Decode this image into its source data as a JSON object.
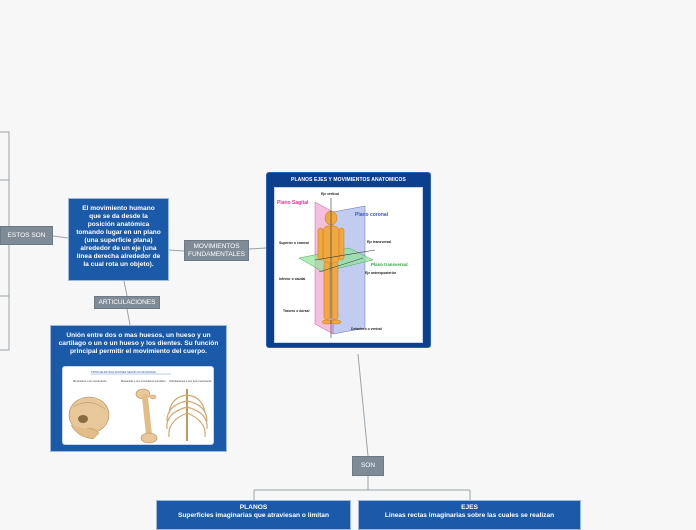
{
  "nodes": {
    "estos_son": "ESTOS SON",
    "definition": "El movimiento humano que se da desde la posición anatómica tomando lugar en un plano (una superficie plana) alrededor de un eje (una línea derecha alrededor de la cual rota un objeto).",
    "movimientos": "MOVIMIENTOS FUNDAMENTALES",
    "articulaciones": "ARTICULACIONES",
    "articulaciones_desc": "Unión entre dos o mas huesos, un hueso y un cartilago o un o un hueso y los dientes. Su función principal permitir el movimiento del cuerpo.",
    "planos_title": "PLANOS EJES Y MOVIMIENTOS ANATOMICOS",
    "son": "SON",
    "planos": "PLANOS",
    "planos_desc": "Superficies imaginarias que atraviesan o limitan",
    "ejes": "EJES",
    "ejes_desc": "Lineas rectas imaginarias sobre las cuales se realizan"
  },
  "anatomy_labels": {
    "sagital": "Plano Sagital",
    "coronal": "Plano coronal",
    "transversal": "Plano transversal",
    "eje_vertical": "Eje vertical",
    "eje_transversal": "Eje transversal",
    "eje_anteroposterior": "Eje anteroposterior",
    "superior": "Superior o craneal",
    "inferior": "Inferior o caudal",
    "trasero": "Trasero o dorsal",
    "delantero": "Delantero o ventral"
  },
  "joints_image": {
    "caption": "TIPOS DE ARTICULACIONES SEGÚN SU MOVILIDAD",
    "label_1": "Movimiento o sin movimiento",
    "label_2": "Mantenido o con movimiento completo",
    "label_3": "Articulaciones o con leve movimiento"
  },
  "colors": {
    "node_blue": "#1a5aa8",
    "title_blue": "#0d3f8f",
    "label_gray": "#7f8c96"
  }
}
